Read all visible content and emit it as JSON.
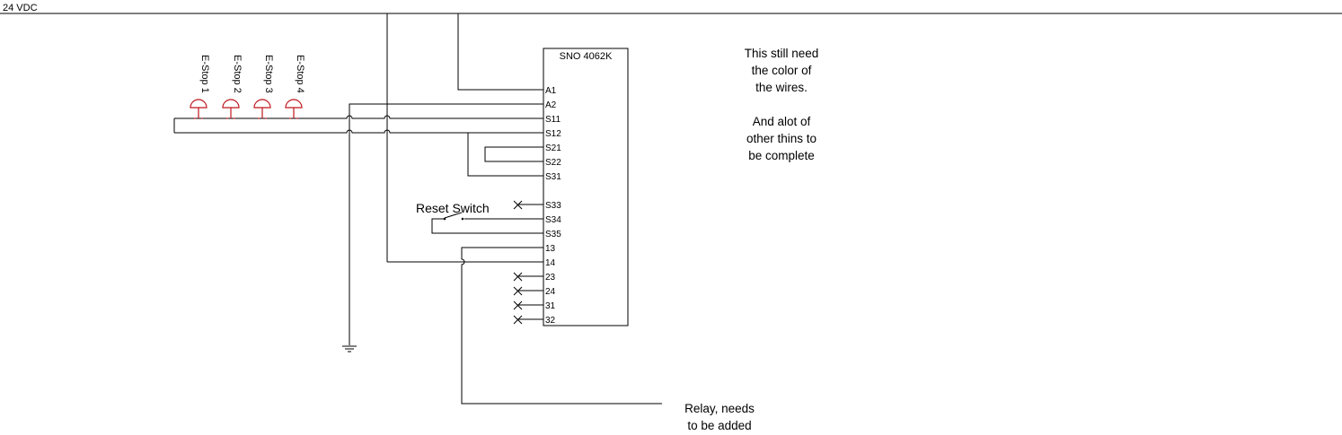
{
  "supply_label": "24 VDC",
  "module_name": "SNO 4062K",
  "pins": [
    "A1",
    "A2",
    "S11",
    "S12",
    "S21",
    "S22",
    "S31",
    "S33",
    "S34",
    "S35",
    "13",
    "14",
    "23",
    "24",
    "31",
    "32"
  ],
  "estops": [
    "E-Stop 1",
    "E-Stop 2",
    "E-Stop 3",
    "E-Stop 4"
  ],
  "reset_switch_label": "Reset Switch",
  "note_lines": [
    "This still need",
    "the color of",
    "the wires.",
    "",
    "And alot of",
    "other thins to",
    "be complete"
  ],
  "relay_note_lines": [
    "Relay, needs",
    "to be added"
  ],
  "colors": {
    "wire": "#000000",
    "estop": "#c0141c",
    "background": "#ffffff"
  }
}
